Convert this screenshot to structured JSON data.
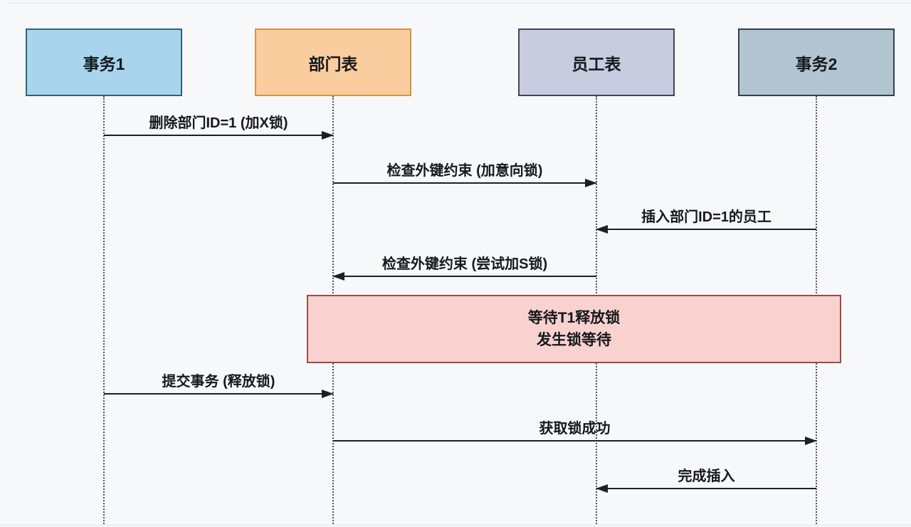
{
  "diagram": {
    "type": "sequence-diagram",
    "background_color": "#f7f8fa",
    "arrow_color": "#1c2025",
    "participants": [
      {
        "label": "事务1",
        "fill": "#a8d5eb",
        "border": "#35607d"
      },
      {
        "label": "部门表",
        "fill": "#f9cd9e",
        "border": "#cf9549"
      },
      {
        "label": "员工表",
        "fill": "#c9cbde",
        "border": "#41465a"
      },
      {
        "label": "事务2",
        "fill": "#b2c4d0",
        "border": "#32404c"
      }
    ],
    "messages": [
      {
        "label": "删除部门ID=1 (加X锁)",
        "from": "事务1",
        "to": "部门表",
        "direction": "right"
      },
      {
        "label": "检查外键约束 (加意向锁)",
        "from": "部门表",
        "to": "员工表",
        "direction": "right"
      },
      {
        "label": "插入部门ID=1的员工",
        "from": "事务2",
        "to": "员工表",
        "direction": "left"
      },
      {
        "label": "检查外键约束 (尝试加S锁)",
        "from": "员工表",
        "to": "部门表",
        "direction": "left"
      },
      {
        "label": "提交事务 (释放锁)",
        "from": "事务1",
        "to": "部门表",
        "direction": "right"
      },
      {
        "label": "获取锁成功",
        "from": "部门表",
        "to": "事务2",
        "direction": "right"
      },
      {
        "label": "完成插入",
        "from": "事务2",
        "to": "员工表",
        "direction": "left"
      }
    ],
    "note": {
      "line1": "等待T1释放锁",
      "line2": "发生锁等待",
      "fill": "#f8d2ce",
      "border": "#9c4b45"
    }
  }
}
